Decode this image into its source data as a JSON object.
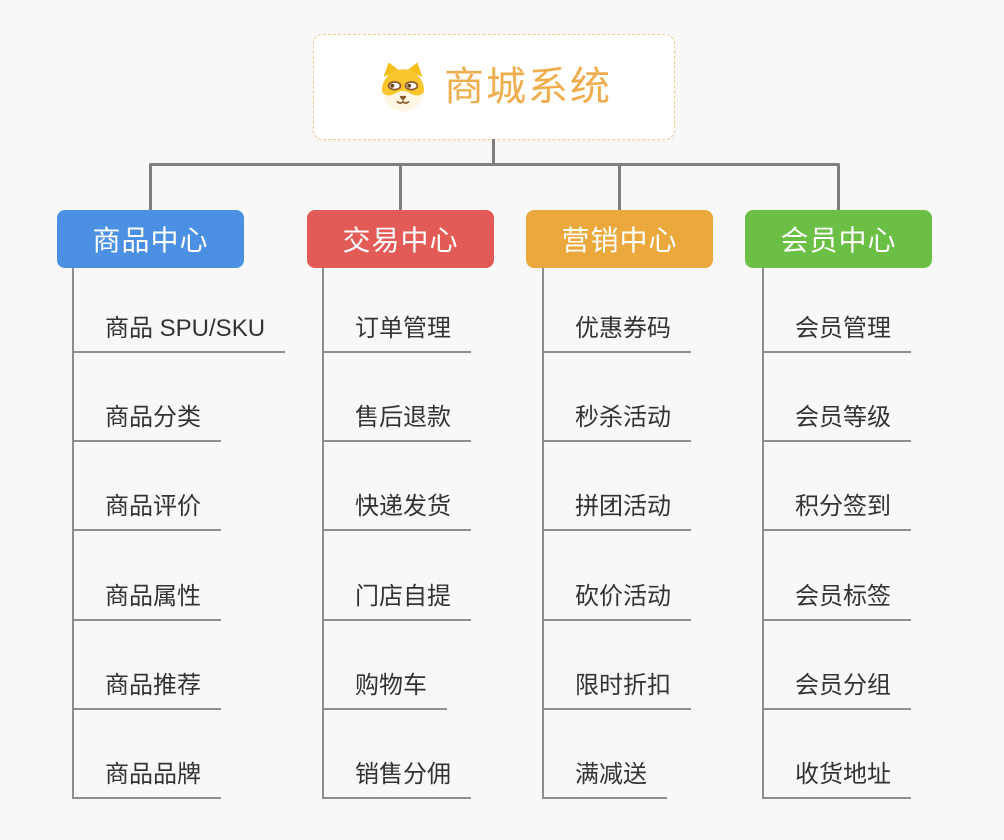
{
  "colors": {
    "background": "#F8F8F8",
    "connector": "#7F7F7F",
    "leaf_line": "#8E8E8E",
    "leaf_text": "#333333",
    "root_title": "#F0AD4E",
    "root_border": "#F3CD8B"
  },
  "root": {
    "title": "商城系统",
    "icon": "shiba-dog-icon"
  },
  "branches": [
    {
      "label": "商品中心",
      "color": "#4B90E2",
      "items": [
        "商品 SPU/SKU",
        "商品分类",
        "商品评价",
        "商品属性",
        "商品推荐",
        "商品品牌"
      ]
    },
    {
      "label": "交易中心",
      "color": "#E25B56",
      "items": [
        "订单管理",
        "售后退款",
        "快递发货",
        "门店自提",
        "购物车",
        "销售分佣"
      ]
    },
    {
      "label": "营销中心",
      "color": "#EBA93D",
      "items": [
        "优惠券码",
        "秒杀活动",
        "拼团活动",
        "砍价活动",
        "限时折扣",
        "满减送"
      ]
    },
    {
      "label": "会员中心",
      "color": "#6BBF45",
      "items": [
        "会员管理",
        "会员等级",
        "积分签到",
        "会员标签",
        "会员分组",
        "收货地址"
      ]
    }
  ]
}
